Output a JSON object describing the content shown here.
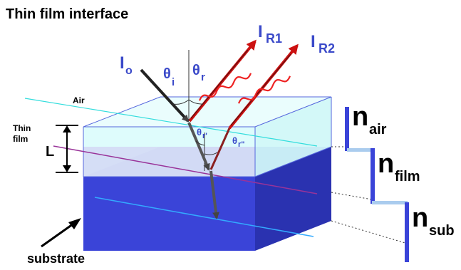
{
  "title": "Thin film interface",
  "labels": {
    "air": "Air",
    "thin_film_line1": "Thin",
    "thin_film_line2": "film",
    "thickness": "L",
    "substrate": "substrate"
  },
  "beams": {
    "incident_main": "I",
    "incident_sub": "o",
    "reflected1_main": "I",
    "reflected1_sub": "R1",
    "reflected2_main": "I",
    "reflected2_sub": "R2"
  },
  "angles": {
    "incidence_main": "θ",
    "incidence_sub": "i",
    "reflection_main": "θ",
    "reflection_sub": "r",
    "refraction1_main": "θ",
    "refraction1_sub": "r'",
    "refraction2_main": "θ",
    "refraction2_sub": "r\""
  },
  "indices": {
    "air_main": "n",
    "air_sub": "air",
    "film_main": "n",
    "film_sub": "film",
    "sub_main": "n",
    "sub_sub": "sub"
  },
  "colors": {
    "film_face": "#d8fbfb",
    "film_lower": "#c8c4f0",
    "substrate_front": "#3a44d8",
    "substrate_side": "#2a32b0",
    "beam_dark": "#222222",
    "beam_red": "#cc1111",
    "wave_red": "#ee2222",
    "text_blue": "#3a49c9",
    "index_bar": "#3a44d8"
  }
}
